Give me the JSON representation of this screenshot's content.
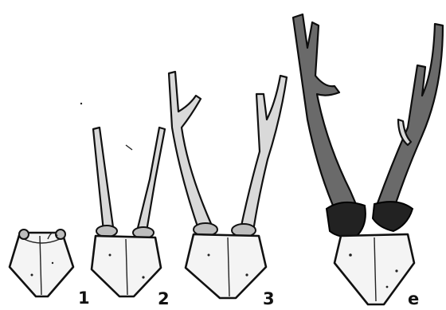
{
  "figure": {
    "labels": [
      "1",
      "2",
      "3",
      "e"
    ]
  },
  "icons": [
    "skull-plate",
    "antler"
  ]
}
